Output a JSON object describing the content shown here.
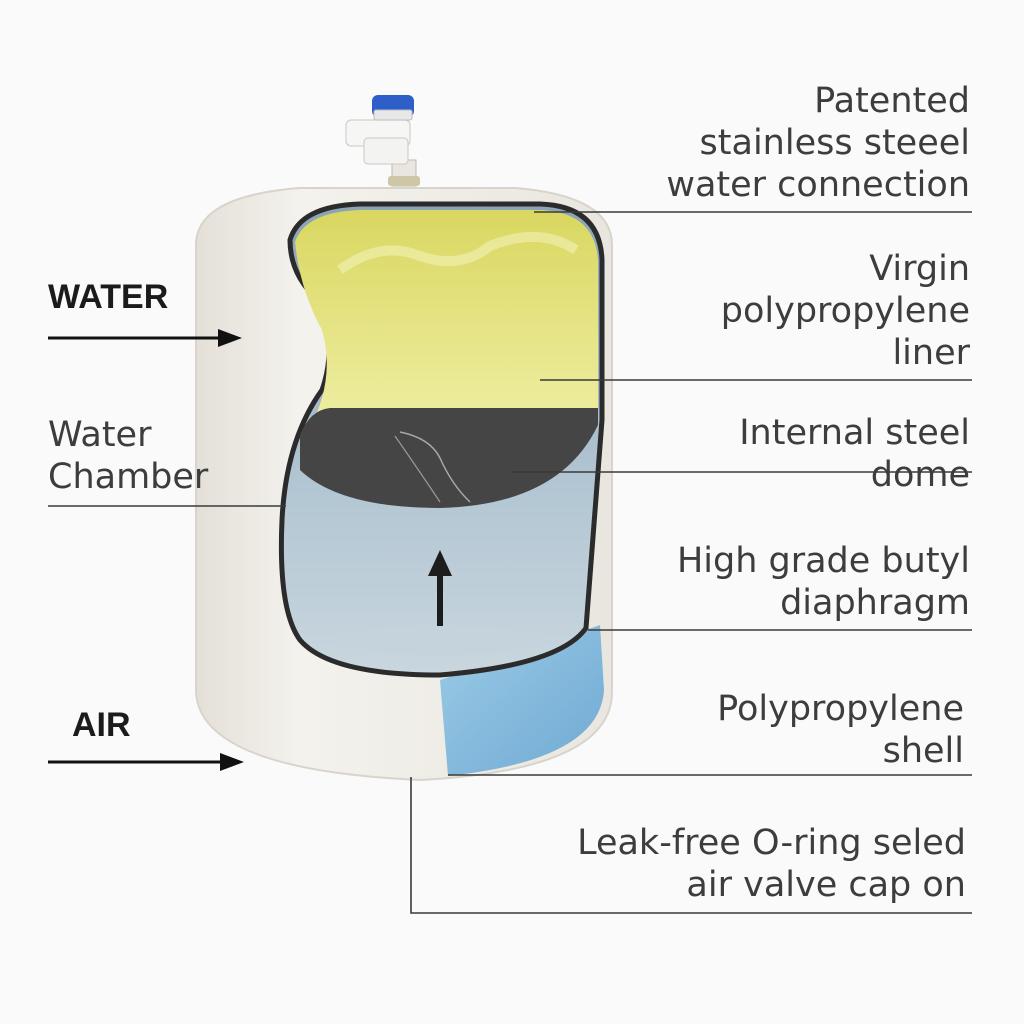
{
  "labels": {
    "water_side": "WATER",
    "air_side": "AIR",
    "water_chamber": [
      "Water",
      "Chamber"
    ],
    "connection": [
      "Patented",
      "stainless steeel",
      "water connection"
    ],
    "liner": [
      "Virgin",
      "polypropylene",
      "liner"
    ],
    "dome": [
      "Internal steel",
      "dome"
    ],
    "diaphragm": [
      "High grade butyl",
      "diaphragm"
    ],
    "shell": [
      "Polypropylene",
      "shell"
    ],
    "valve_cap": [
      "Leak-free O-ring seled",
      "air valve cap on"
    ]
  },
  "colors": {
    "background": "#fafafa",
    "tank_shell": "#eeebe4",
    "liner_yellow": "#e3e27a",
    "dome_dark": "#454545",
    "water_blue": "#a7bcca",
    "shell_blue": "#8dbedd",
    "valve_blue": "#2e5fc8",
    "leader_line": "#3a3a3a"
  },
  "icons": {
    "valve": "water-connection-valve-icon",
    "pressure_arrow": "up-arrow-icon"
  }
}
